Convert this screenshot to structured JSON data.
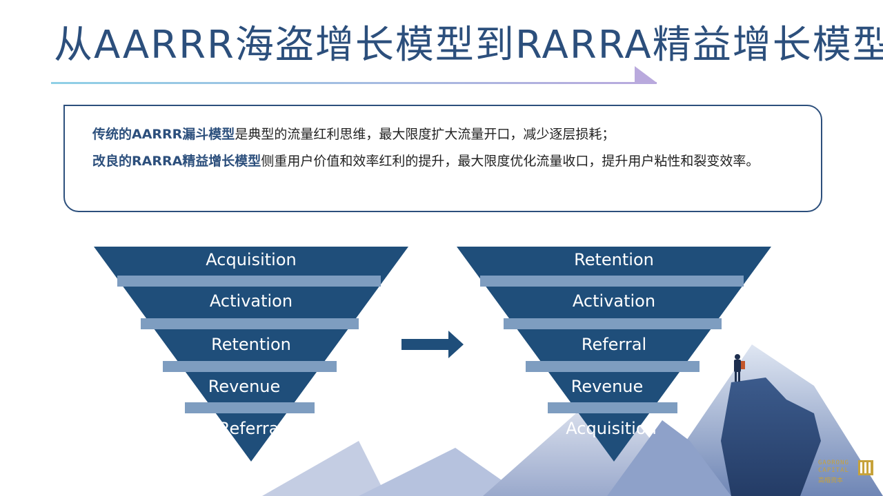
{
  "title": "从AARRR海盗增长模型到RARRA精益增长模型",
  "description": {
    "line1_highlight": "传统的AARRR漏斗模型",
    "line1_text": "是典型的流量红利思维，最大限度扩大流量开口，减少逐层损耗；",
    "line2_highlight": "改良的RARRA精益增长模型",
    "line2_text": "侧重用户价值和效率红利的提升，最大限度优化流量收口，提升用户粘性和裂变效率。"
  },
  "funnel_left": {
    "stages": [
      "Acquisition",
      "Activation",
      "Retention",
      "Revenue",
      "Referral"
    ]
  },
  "funnel_right": {
    "stages": [
      "Retention",
      "Activation",
      "Referral",
      "Revenue",
      "Acquisition"
    ]
  },
  "logo": {
    "line1": "GAORONG",
    "line2": "CAPITAL",
    "cn": "高榕资本"
  },
  "colors": {
    "funnel": "#1f4e7a",
    "band": "#7e9dc0",
    "title": "#2c4f7c",
    "accent_gold": "#c7a23a"
  },
  "icons": {
    "arrow": "right-arrow-icon",
    "logo_mark": "gaorong-logo-mark"
  }
}
